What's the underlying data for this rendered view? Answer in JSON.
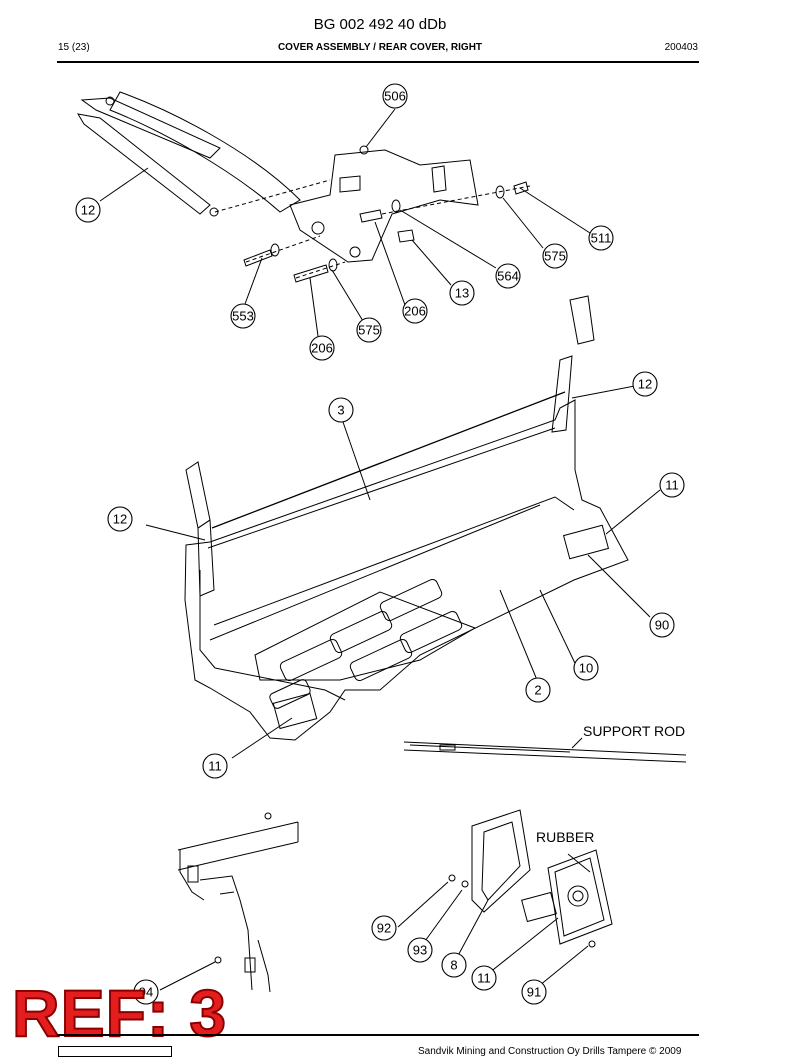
{
  "document": {
    "title": "BG 002 492 40 dDb",
    "page": "15 (23)",
    "section": "COVER ASSEMBLY / REAR COVER, RIGHT",
    "date": "200403"
  },
  "annotations": {
    "support_rod": "SUPPORT ROD",
    "rubber": "RUBBER"
  },
  "callouts": [
    "506",
    "12",
    "511",
    "575",
    "564",
    "13",
    "206",
    "553",
    "575",
    "206",
    "12",
    "3",
    "11",
    "12",
    "90",
    "10",
    "2",
    "11",
    "92",
    "93",
    "8",
    "11",
    "91",
    "94"
  ],
  "ref_stamp": "REF: 3",
  "footer": "Sandvik Mining and Construction Oy Drills Tampere © 2009"
}
